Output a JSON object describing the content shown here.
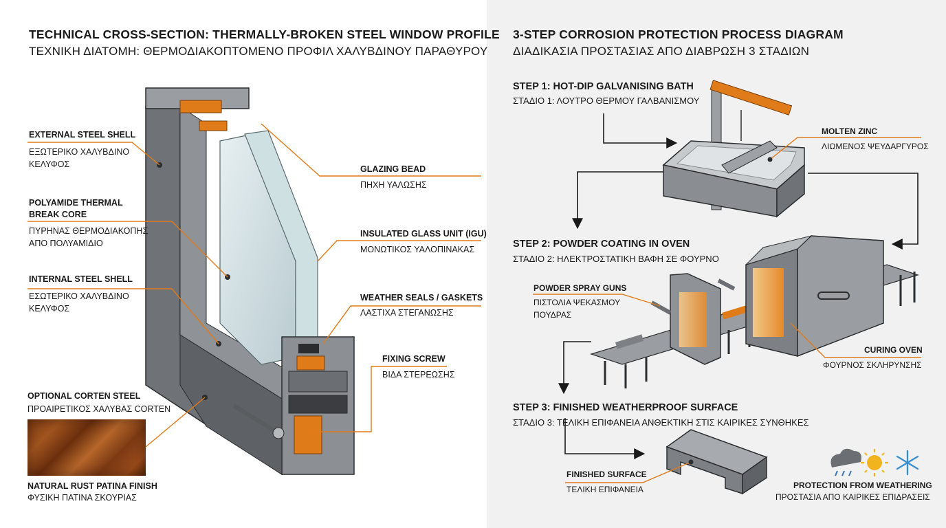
{
  "left": {
    "title_en": "TECHNICAL CROSS-SECTION: THERMALLY-BROKEN STEEL WINDOW PROFILE",
    "title_gr": "ΤΕΧΝΙΚΗ ΔΙΑΤΟΜΗ: ΘΕΡΜΟΔΙΑΚΟΠΤΟΜΕΝΟ ΠΡΟΦΙΛ ΧΑΛΥΒΔΙΝΟΥ ΠΑΡΑΘΥΡΟΥ",
    "labels": {
      "external_shell": {
        "en": "EXTERNAL STEEL SHELL",
        "gr1": "ΕΞΩΤΕΡΙΚΟ ΧΑΛΥΒΔΙΝΟ",
        "gr2": "ΚΕΛΥΦΟΣ"
      },
      "polyamide": {
        "en1": "POLYAMIDE THERMAL",
        "en2": "BREAK CORE",
        "gr1": "ΠΥΡΗΝΑΣ ΘΕΡΜΟΔΙΑΚΟΠΗΣ",
        "gr2": "ΑΠΟ ΠΟΛΥΑΜΙΔΙΟ"
      },
      "internal_shell": {
        "en": "INTERNAL STEEL SHELL",
        "gr1": "ΕΣΩΤΕΡΙΚΟ ΧΑΛΥΒΔΙΝΟ",
        "gr2": "ΚΕΛΥΦΟΣ"
      },
      "corten": {
        "en": "OPTIONAL CORTEN STEEL",
        "gr": "ΠΡΟΑΙΡΕΤΙΚΟΣ ΧΑΛΥΒΑΣ CORTEN"
      },
      "patina": {
        "en": "NATURAL RUST PATINA FINISH",
        "gr": "ΦΥΣΙΚΗ ΠΑΤΙΝΑ ΣΚΟΥΡΙΑΣ"
      },
      "glazing_bead": {
        "en": "GLAZING BEAD",
        "gr": "ΠΗΧΗ ΥΑΛΩΣΗΣ"
      },
      "igu": {
        "en": "INSULATED GLASS UNIT (IGU)",
        "gr": "ΜΟΝΩΤΙΚΟΣ ΥΑΛΟΠΙΝΑΚΑΣ"
      },
      "seals": {
        "en": "WEATHER SEALS / GASKETS",
        "gr": "ΛΑΣΤΙΧΑ ΣΤΕΓΑΝΩΣΗΣ"
      },
      "screw": {
        "en": "FIXING SCREW",
        "gr": "ΒΙΔΑ ΣΤΕΡΕΩΣΗΣ"
      }
    }
  },
  "right": {
    "title_en": "3-STEP CORROSION PROTECTION PROCESS DIAGRAM",
    "title_gr": "ΔΙΑΔΙΚΑΣΙΑ ΠΡΟΣΤΑΣΙΑΣ ΑΠΟ ΔΙΑΒΡΩΣΗ 3 ΣΤΑΔΙΩΝ",
    "step1": {
      "en": "STEP 1: HOT-DIP GALVANISING BATH",
      "gr": "ΣΤΑΔΙΟ 1: ΛΟΥΤΡΟ ΘΕΡΜΟΥ ΓΑΛΒΑΝΙΣΜΟΥ"
    },
    "step2": {
      "en": "STEP 2: POWDER COATING IN OVEN",
      "gr": "ΣΤΑΔΙΟ 2: ΗΛΕΚΤΡΟΣΤΑΤΙΚΗ ΒΑΦΗ ΣΕ ΦΟΥΡΝΟ"
    },
    "step3": {
      "en": "STEP 3: FINISHED WEATHERPROOF SURFACE",
      "gr": "ΣΤΑΔΙΟ 3: ΤΕΛΙΚΗ ΕΠΙΦΑΝΕΙΑ ΑΝΘΕΚΤΙΚΗ ΣΤΙΣ ΚΑΙΡΙΚΕΣ ΣΥΝΘΗΚΕΣ"
    },
    "molten_zinc": {
      "en": "MOLTEN ZINC",
      "gr": "ΛΙΩΜΕΝΟΣ ΨΕΥΔΑΡΓΥΡΟΣ"
    },
    "spray_guns": {
      "en": "POWDER SPRAY GUNS",
      "gr1": "ΠΙΣΤΟΛΙΑ ΨΕΚΑΣΜΟΥ",
      "gr2": "ΠΟΥΔΡΑΣ"
    },
    "curing_oven": {
      "en": "CURING OVEN",
      "gr": "ΦΟΥΡΝΟΣ ΣΚΛΗΡΥΝΣΗΣ"
    },
    "finished": {
      "en": "FINISHED SURFACE",
      "gr": "ΤΕΛΙΚΗ ΕΠΙΦΑΝΕΙΑ"
    },
    "protection": {
      "en": "PROTECTION FROM WEATHERING",
      "gr": "ΠΡΟΣΤΑΣΙΑ ΑΠΟ ΚΑΙΡΙΚΕΣ ΕΠΙΔΡΑΣΕΙΣ"
    }
  },
  "icons": [
    "rain-cloud-icon",
    "sun-icon",
    "snowflake-icon"
  ],
  "colors": {
    "accent": "#e07b1a",
    "steel": "#7d8084",
    "steel_dark": "#4f5255",
    "rust": "#9a4b1a",
    "right_bg": "#f1f1f1"
  }
}
